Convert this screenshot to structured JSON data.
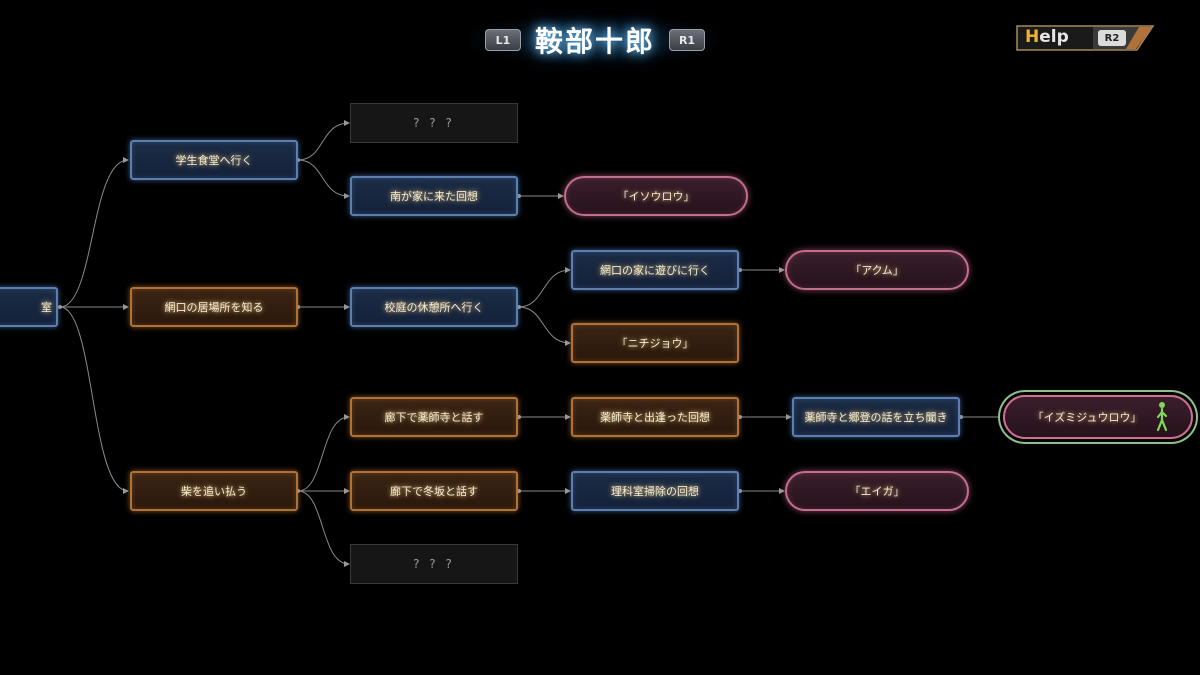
{
  "header": {
    "character_name": "鞍部十郎",
    "prev_button": "L1",
    "next_button": "R1"
  },
  "help": {
    "label_first": "H",
    "label_rest": "elp",
    "button": "R2"
  },
  "colors": {
    "blue_node": "#5c7fb0",
    "orange_node": "#b07238",
    "ending_pill": "#c26f8e",
    "current_marker": "#8fbf8c"
  },
  "flowchart": {
    "root": "室",
    "gakusei": "学生食堂へ行く",
    "unknown_1": "? ? ?",
    "minami": "南が家に来た回想",
    "isourou": "「イソウロウ」",
    "amiguchi_ibasho": "網口の居場所を知る",
    "koutei": "校庭の休憩所へ行く",
    "amiguchi_ie": "網口の家に遊びに行く",
    "akumu": "「アクム」",
    "nichijou": "「ニチジョウ」",
    "yakushiji_hanasu": "廊下で薬師寺と話す",
    "yakushiji_kaisou": "薬師寺と出逢った回想",
    "tachigiki": "薬師寺と郷登の話を立ち聞き",
    "izumijurou": "「イズミジュウロウ」",
    "shiba": "柴を追い払う",
    "fuyusaka": "廊下で冬坂と話す",
    "rika": "理科室掃除の回想",
    "eiga": "「エイガ」",
    "unknown_2": "? ? ?"
  }
}
